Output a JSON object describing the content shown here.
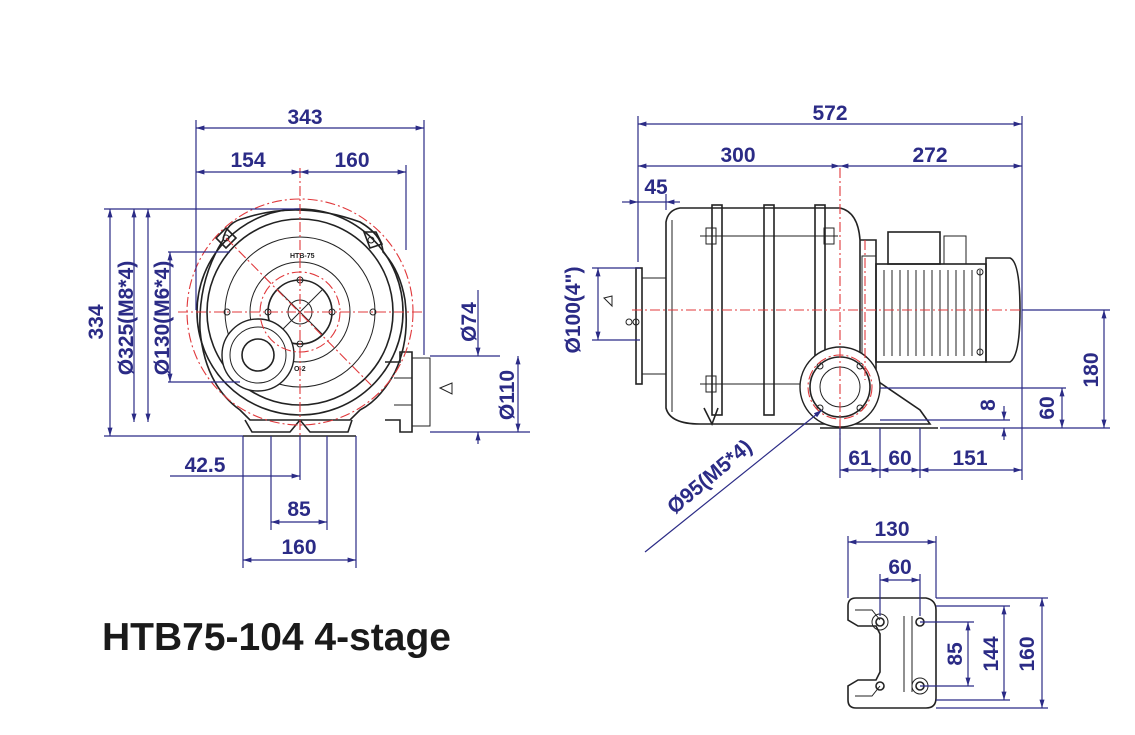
{
  "title": "HTB75-104 4-stage",
  "colors": {
    "dimension": "#2b2b86",
    "outline": "#222222",
    "centerline": "#e0383b"
  },
  "front_view": {
    "width_total": "343",
    "width_left": "154",
    "width_right": "160",
    "height_total": "334",
    "bolt_circle_large": "Ø325(M8*4)",
    "bolt_circle_small": "Ø130(M6*4)",
    "outlet_inner": "Ø74",
    "outlet_outer": "Ø110",
    "base_offset": "42.5",
    "base_inner": "85",
    "base_outer": "160",
    "label_model": "HTB-75",
    "label_stage": "O-2"
  },
  "side_view": {
    "length_total": "572",
    "length_blower": "300",
    "length_motor": "272",
    "inlet_offset": "45",
    "inlet_diameter": "Ø100(4\")",
    "flange_diameter": "Ø95(M5*4)",
    "center_height": "180",
    "base_height": "60",
    "base_plate": "8",
    "foot_a": "61",
    "foot_b": "60",
    "foot_c": "151"
  },
  "base_view": {
    "width_total": "130",
    "width_inner": "60",
    "depth_inner": "85",
    "depth_mid": "144",
    "depth_total": "160"
  }
}
